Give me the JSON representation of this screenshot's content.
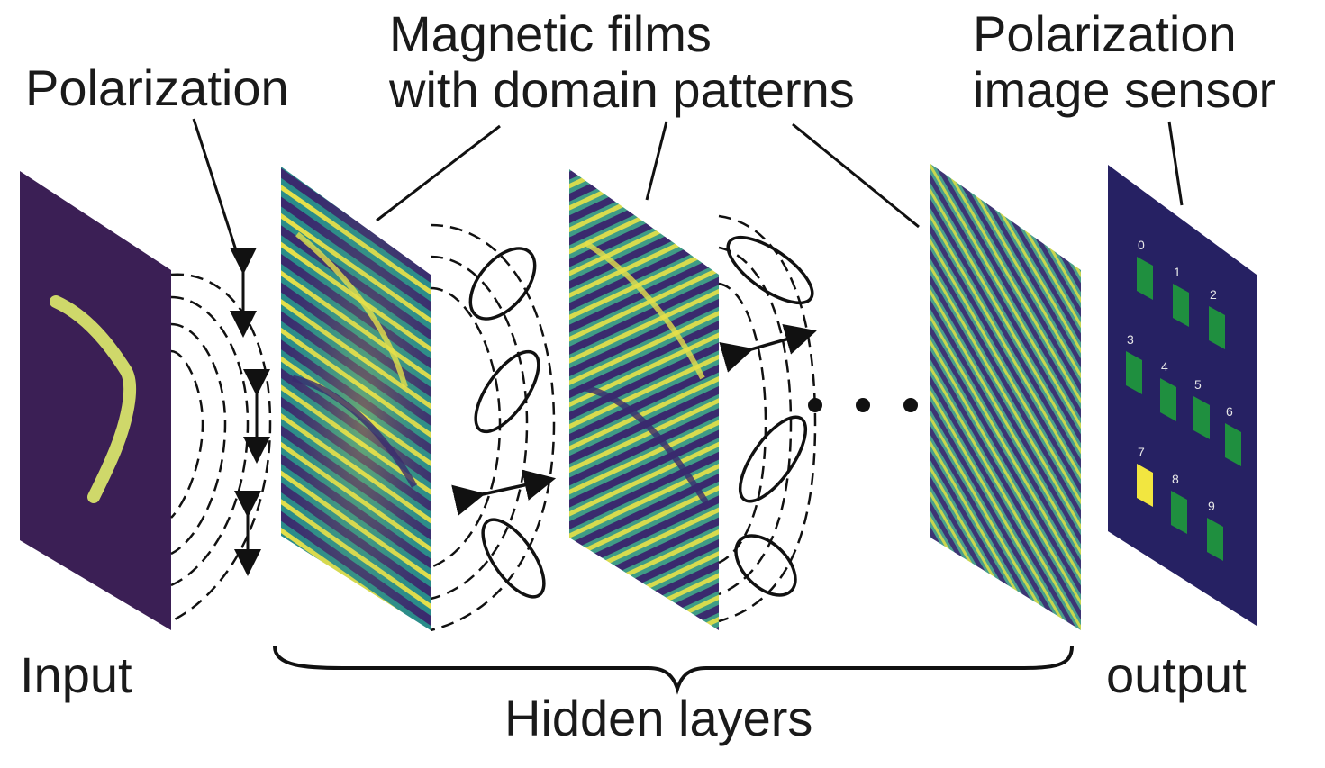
{
  "labels": {
    "polarization": "Polarization",
    "magnetic_films_line1": "Magnetic films",
    "magnetic_films_line2": "with domain patterns",
    "sensor_line1": "Polarization",
    "sensor_line2": "image sensor",
    "input": "Input",
    "output": "output",
    "hidden_layers": "Hidden layers"
  },
  "output_digits": [
    "0",
    "1",
    "2",
    "3",
    "4",
    "5",
    "6",
    "7",
    "8",
    "9"
  ],
  "selected_digit": "7",
  "colors": {
    "input_bg": "#3b1f55",
    "input_stroke": "#cfd86a",
    "film_purple": "#3a2a6e",
    "film_teal": "#2a8c8a",
    "film_yellow": "#e6e04a",
    "sensor_bg": "#262163",
    "sensor_cell": "#1f8f3f",
    "sensor_selected": "#f2e640",
    "ink": "#111111"
  }
}
